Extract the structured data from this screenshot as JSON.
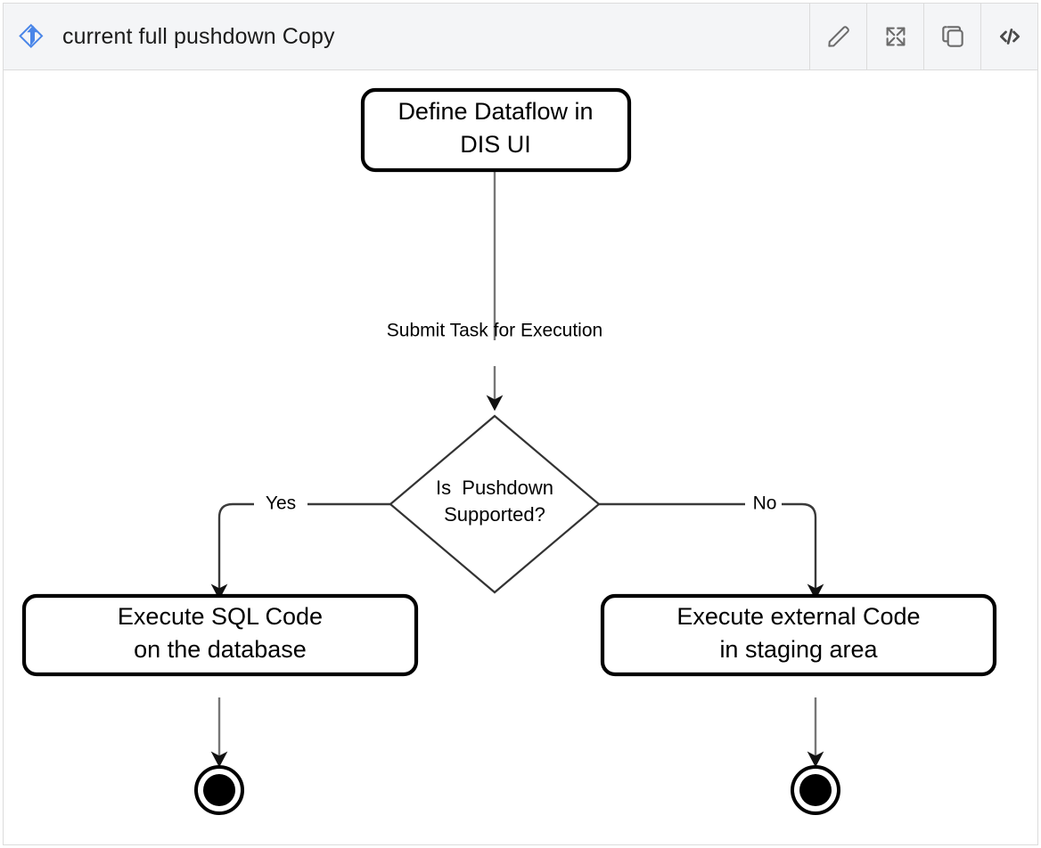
{
  "header": {
    "logo_icon": "mermaid-diagram-logo-icon",
    "title": "current full pushdown Copy",
    "tools": [
      {
        "name": "edit-button",
        "icon": "pencil-icon"
      },
      {
        "name": "fullscreen-button",
        "icon": "expand-arrows-icon"
      },
      {
        "name": "copy-button",
        "icon": "copy-icon"
      },
      {
        "name": "view-source-button",
        "icon": "code-brackets-icon"
      }
    ]
  },
  "diagram": {
    "type": "flowchart",
    "nodes": [
      {
        "id": "start",
        "shape": "rounded-rect",
        "lines": [
          "Define Dataflow in",
          "DIS UI"
        ]
      },
      {
        "id": "decision",
        "shape": "diamond",
        "lines": [
          "Is  Pushdown",
          "Supported?"
        ]
      },
      {
        "id": "sql",
        "shape": "rounded-rect",
        "lines": [
          "Execute SQL Code",
          "on the database"
        ]
      },
      {
        "id": "external",
        "shape": "rounded-rect",
        "lines": [
          "Execute external Code",
          "in staging area"
        ]
      },
      {
        "id": "end-left",
        "shape": "final-node",
        "lines": []
      },
      {
        "id": "end-right",
        "shape": "final-node",
        "lines": []
      }
    ],
    "edges": [
      {
        "from": "start",
        "to": "decision",
        "label": "Submit Task for Execution"
      },
      {
        "from": "decision",
        "to": "sql",
        "label": "Yes"
      },
      {
        "from": "decision",
        "to": "external",
        "label": "No"
      },
      {
        "from": "sql",
        "to": "end-left",
        "label": ""
      },
      {
        "from": "external",
        "to": "end-right",
        "label": ""
      }
    ]
  },
  "colors": {
    "header_bg": "#f4f5f7",
    "border": "#dcdcdc",
    "logo_blue": "#4a86e8",
    "node_stroke": "#000000",
    "edge_stroke": "#777777"
  }
}
